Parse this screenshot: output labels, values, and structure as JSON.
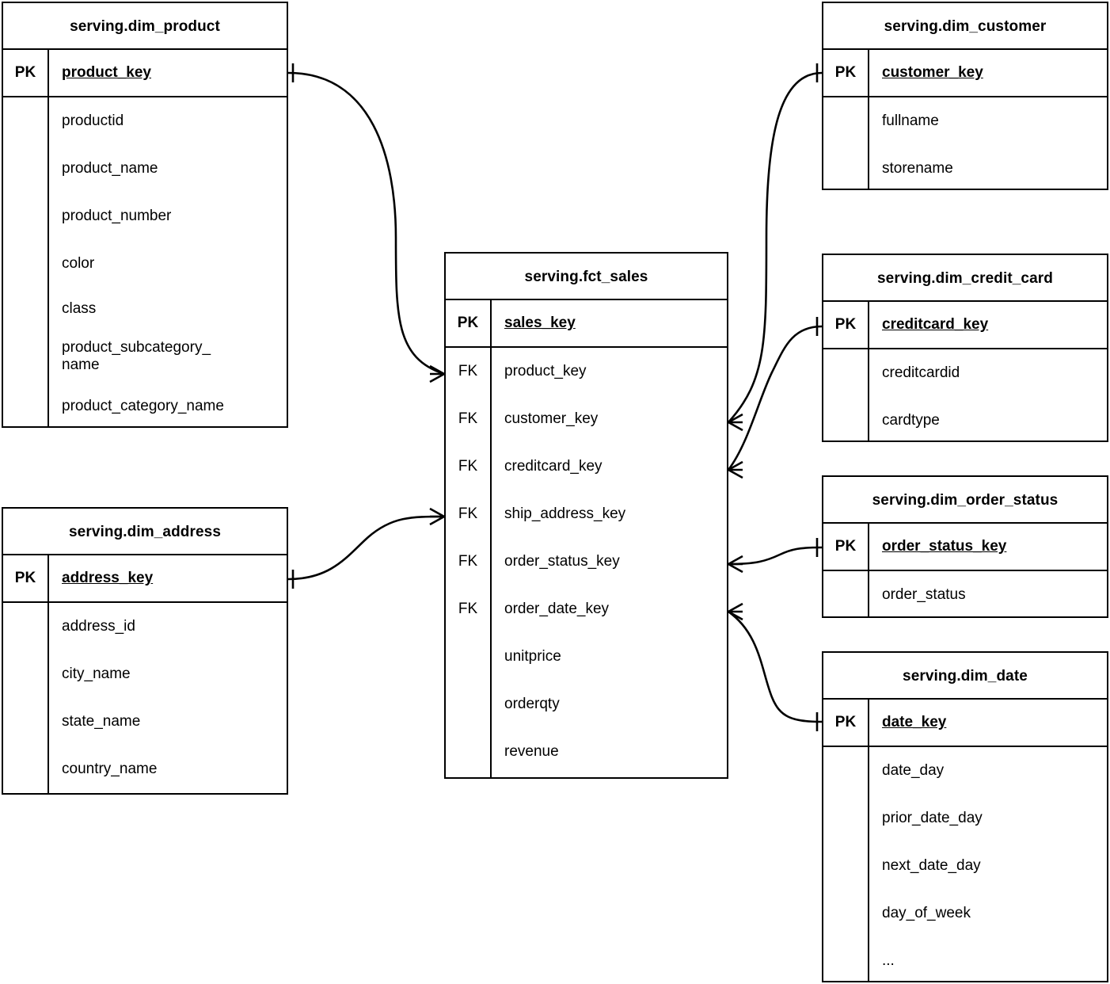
{
  "diagram": {
    "kind": "entity-relationship-diagram",
    "notation": "crow's foot",
    "background_color": "#ffffff",
    "line_color": "#000000"
  },
  "entities": [
    {
      "id": "dim_product",
      "title": "serving.dim_product",
      "pk_label": "PK",
      "pk_field": "product_key",
      "fk_labels": [],
      "attributes": [
        "productid",
        "product_name",
        "product_number",
        "color",
        "class",
        "product_subcategory_\nname",
        "product_category_name"
      ]
    },
    {
      "id": "dim_address",
      "title": "serving.dim_address",
      "pk_label": "PK",
      "pk_field": "address_key",
      "fk_labels": [],
      "attributes": [
        "address_id",
        "city_name",
        "state_name",
        "country_name"
      ]
    },
    {
      "id": "fct_sales",
      "title": "serving.fct_sales",
      "pk_label": "PK",
      "pk_field": "sales_key",
      "fk_labels": [
        "FK",
        "FK",
        "FK",
        "FK",
        "FK",
        "FK"
      ],
      "attributes": [
        "product_key",
        "customer_key",
        "creditcard_key",
        "ship_address_key",
        "order_status_key",
        "order_date_key",
        "unitprice",
        "orderqty",
        "revenue"
      ]
    },
    {
      "id": "dim_customer",
      "title": "serving.dim_customer",
      "pk_label": "PK",
      "pk_field": "customer_key",
      "fk_labels": [],
      "attributes": [
        "fullname",
        "storename"
      ]
    },
    {
      "id": "dim_credit_card",
      "title": "serving.dim_credit_card",
      "pk_label": "PK",
      "pk_field": "creditcard_key",
      "fk_labels": [],
      "attributes": [
        "creditcardid",
        "cardtype"
      ]
    },
    {
      "id": "dim_order_status",
      "title": "serving.dim_order_status",
      "pk_label": "PK",
      "pk_field": "order_status_key",
      "fk_labels": [],
      "attributes": [
        "order_status"
      ]
    },
    {
      "id": "dim_date",
      "title": "serving.dim_date",
      "pk_label": "PK",
      "pk_field": "date_key",
      "fk_labels": [],
      "attributes": [
        "date_day",
        "prior_date_day",
        "next_date_day",
        "day_of_week",
        "..."
      ]
    }
  ],
  "relationships": [
    {
      "id": "rel-product",
      "from": "dim_product.product_key",
      "to": "fct_sales.product_key",
      "from_cardinality": "one",
      "to_cardinality": "many"
    },
    {
      "id": "rel-address",
      "from": "dim_address.address_key",
      "to": "fct_sales.ship_address_key",
      "from_cardinality": "one",
      "to_cardinality": "many"
    },
    {
      "id": "rel-customer",
      "from": "dim_customer.customer_key",
      "to": "fct_sales.customer_key",
      "from_cardinality": "one",
      "to_cardinality": "many"
    },
    {
      "id": "rel-creditcard",
      "from": "dim_credit_card.creditcard_key",
      "to": "fct_sales.creditcard_key",
      "from_cardinality": "one",
      "to_cardinality": "many"
    },
    {
      "id": "rel-order-status",
      "from": "dim_order_status.order_status_key",
      "to": "fct_sales.order_status_key",
      "from_cardinality": "one",
      "to_cardinality": "many"
    },
    {
      "id": "rel-date",
      "from": "dim_date.date_key",
      "to": "fct_sales.order_date_key",
      "from_cardinality": "one",
      "to_cardinality": "many"
    }
  ]
}
